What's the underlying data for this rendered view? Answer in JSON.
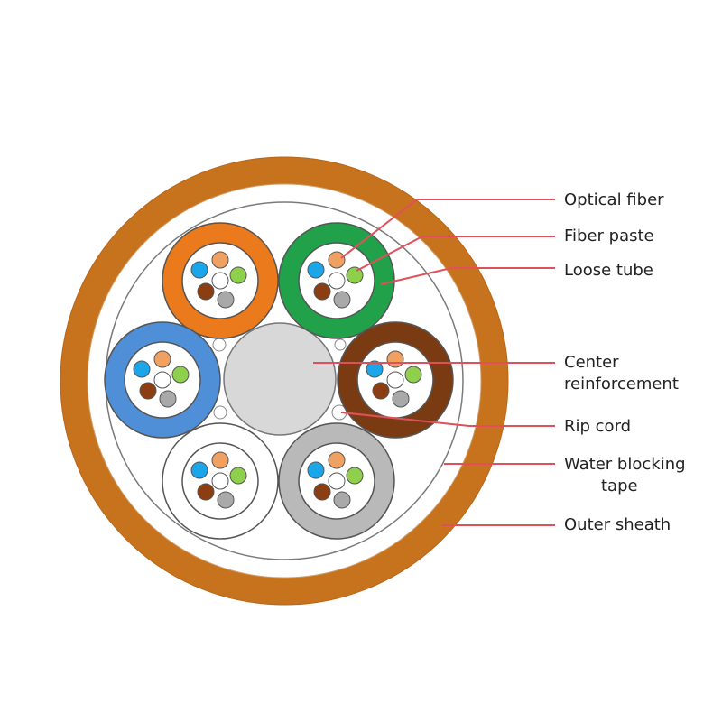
{
  "labels": {
    "optical_fiber": "Optical fiber",
    "fiber_paste": "Fiber paste",
    "loose_tube": "Loose tube",
    "center_reinforcement_1": "Center",
    "center_reinforcement_2": "reinforcement",
    "rip_cord": "Rip cord",
    "water_blocking_1": "Water blocking",
    "water_blocking_2": "tape",
    "outer_sheath": "Outer sheath"
  },
  "colors": {
    "outer_sheath": "#c7731d",
    "leader_line": "#e0505a",
    "tube_orange": "#ea7a1c",
    "tube_green": "#21a24a",
    "tube_blue": "#4f8fd8",
    "tube_brown": "#7a3b12",
    "tube_white": "#ffffff",
    "tube_gray": "#b9b9b9",
    "center_member": "#d8d8d8",
    "fiber_blue": "#1aa6e8",
    "fiber_orange": "#f0a060",
    "fiber_green": "#8ecf4c",
    "fiber_brown": "#8a3e12",
    "fiber_gray": "#a9a9a9",
    "fiber_white": "#ffffff"
  }
}
